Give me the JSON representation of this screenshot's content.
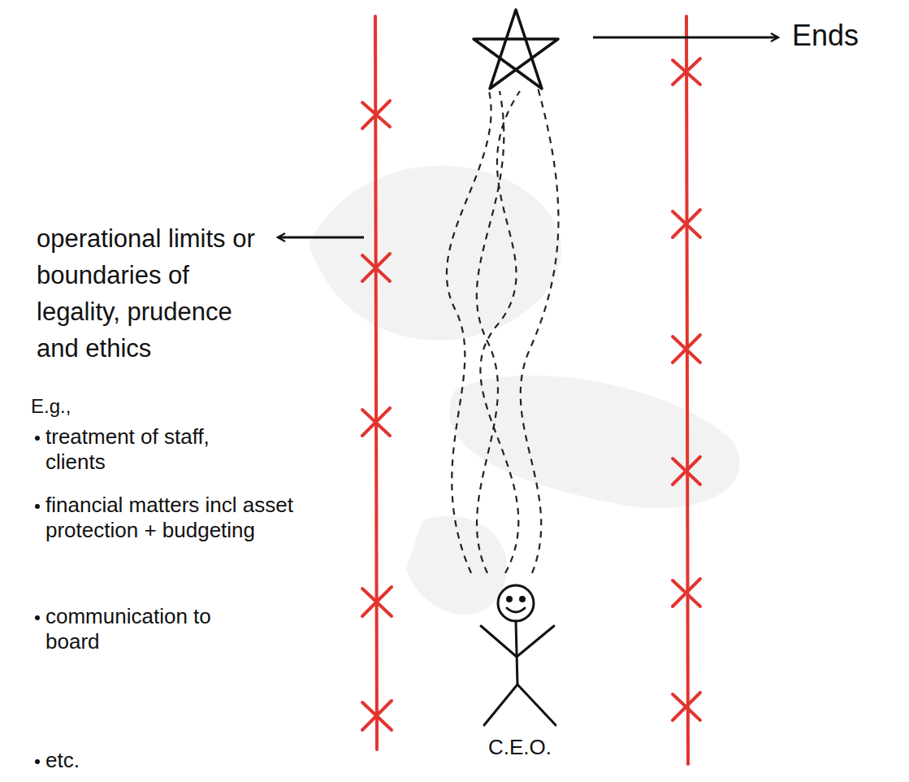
{
  "diagram": {
    "labels": [
      "Ends",
      "operational limits or boundaries of legality, prudence and ethics",
      "E.g.,",
      "treatment of staff, clients",
      "financial matters incl asset protection + budgeting",
      "communication to board",
      "etc.",
      "C.E.O."
    ]
  }
}
